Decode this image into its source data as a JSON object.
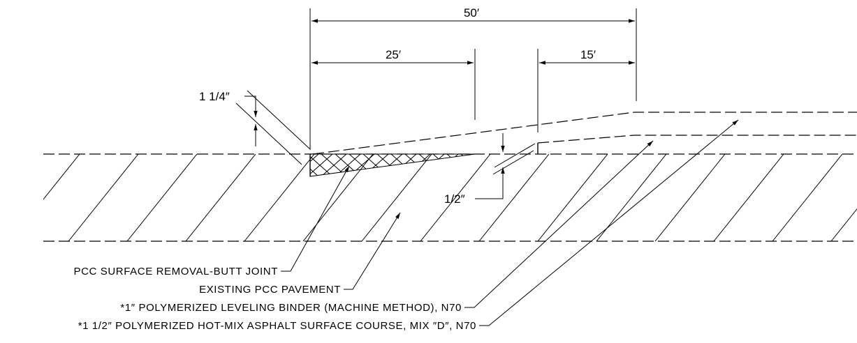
{
  "dimensions": {
    "total_length": "50′",
    "first_segment": "25′",
    "last_segment": "15′",
    "butt_joint_depth": "1 1/4″",
    "step_depth": "1/2″"
  },
  "notes": {
    "butt_joint": "PCC SURFACE REMOVAL-BUTT JOINT",
    "existing_pavement": "EXISTING PCC PAVEMENT",
    "leveling_binder": "*1″ POLYMERIZED LEVELING BINDER (MACHINE METHOD), N70",
    "surface_course": "*1 1/2″ POLYMERIZED HOT-MIX ASPHALT SURFACE COURSE, MIX ″D″, N70"
  }
}
